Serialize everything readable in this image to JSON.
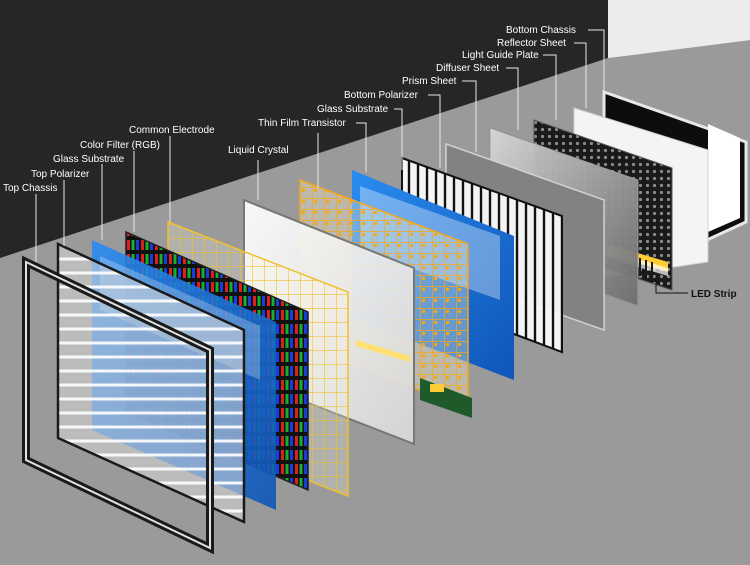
{
  "labels": {
    "bottom_chassis": "Bottom Chassis",
    "reflector_sheet": "Reflector Sheet",
    "light_guide_plate": "Light Guide Plate",
    "diffuser_sheet": "Diffuser Sheet",
    "prism_sheet": "Prism Sheet",
    "bottom_polarizer": "Bottom Polarizer",
    "glass_substrate_back": "Glass Substrate",
    "thin_film_transistor": "Thin Film Transistor",
    "liquid_crystal": "Liquid Crystal",
    "common_electrode": "Common Electrode",
    "color_filter": "Color Filter (RGB)",
    "glass_substrate_front": "Glass Substrate",
    "top_polarizer": "Top Polarizer",
    "top_chassis": "Top Chassis",
    "led_strip": "LED Strip"
  },
  "colors": {
    "back_wall": "#262626",
    "floor": "#9a9a9a",
    "right_wall": "#e2e2e2",
    "blue_glass": "#1a73d8",
    "tft_amber": "#f3a818",
    "led_glow": "#ffcc33",
    "pcb_green": "#1f5b2a"
  }
}
